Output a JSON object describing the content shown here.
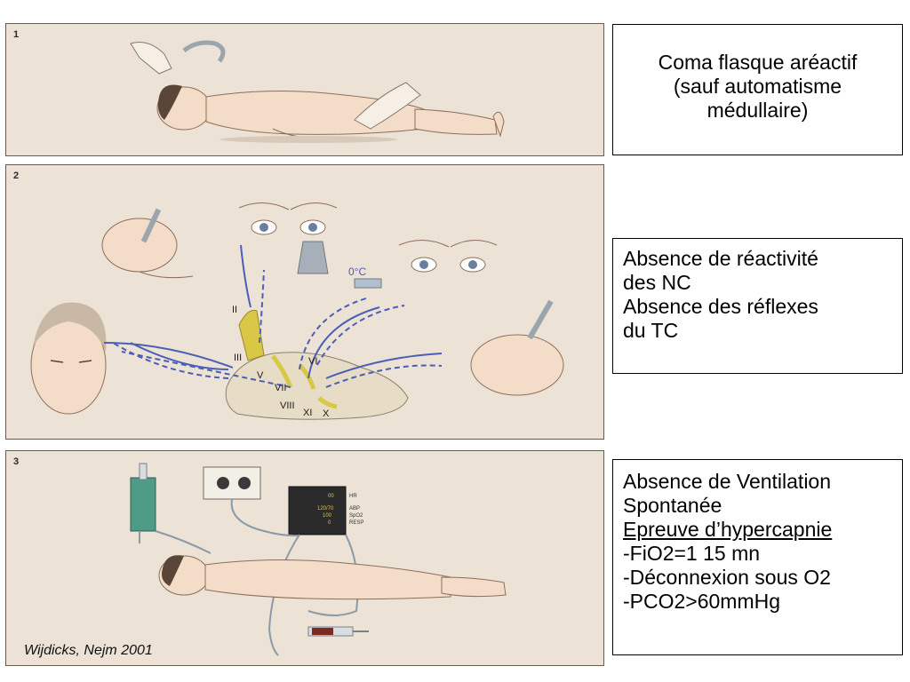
{
  "panels": [
    {
      "number": "1"
    },
    {
      "number": "2",
      "labels": {
        "nerve_ii": "II",
        "nerve_iii": "III",
        "nerve_v": "V",
        "nerve_vi": "VI",
        "nerve_vii": "VII",
        "nerve_viii": "VIII",
        "nerve_xi": "XI",
        "nerve_x": "X",
        "temperature": "0°C"
      }
    },
    {
      "number": "3",
      "monitor": {
        "hr": "HR",
        "abp": "ABP",
        "spo2": "SpO2",
        "resp": "RESP",
        "v1": "00",
        "v2": "120/70",
        "v3": "100",
        "v4": "0"
      },
      "citation": "Wijdicks, Nejm 2001"
    }
  ],
  "boxes": {
    "box1": [
      "Coma flasque aréactif",
      "(sauf automatisme",
      "médullaire)"
    ],
    "box2": [
      "Absence de réactivité",
      "des NC",
      "Absence des réflexes",
      "du TC"
    ],
    "box3": [
      "Absence de Ventilation",
      "Spontanée",
      "Epreuve d’hypercapnie",
      "-FiO2=1 15 mn",
      "-Déconnexion sous O2",
      "-PCO2>60mmHg"
    ]
  },
  "colors": {
    "panel_bg": "#ede2d6",
    "skin": "#f3dcc8",
    "arrow_blue": "#4a5fb5",
    "nerve_yellow": "#d9c845"
  }
}
